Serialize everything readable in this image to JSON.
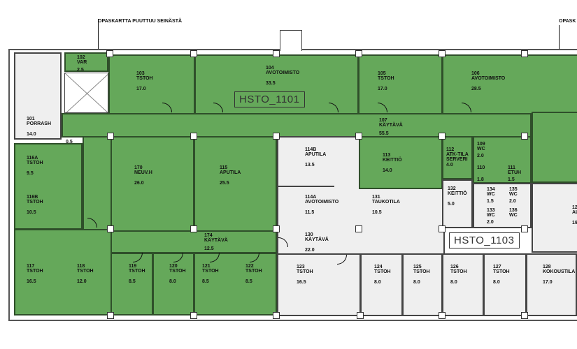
{
  "annotations": {
    "note_left": "OPASKARTTA PUUTTUU SEINÄSTÄ",
    "note_right": "OPASK"
  },
  "zones": {
    "zone_1101": "HSTO_1101",
    "zone_1103": "HSTO_1103"
  },
  "colors": {
    "leased_green": "#65a85a",
    "common_grey": "#efefef"
  },
  "rooms": [
    {
      "no": "101",
      "name": "PORRASH",
      "area": "14.0"
    },
    {
      "no": "102",
      "name": "VAR",
      "area": "2.5"
    },
    {
      "no": "103",
      "name": "TSTOH",
      "area": "17.0"
    },
    {
      "no": "104",
      "name": "AVOTOIMISTO",
      "area": "33.5"
    },
    {
      "no": "105",
      "name": "TSTOH",
      "area": "17.0"
    },
    {
      "no": "106",
      "name": "AVOTOIMISTO",
      "area": "28.5"
    },
    {
      "no": "107",
      "name": "KÄYTÄVÄ",
      "area": "55.5"
    },
    {
      "no": "116A",
      "name": "TSTOH",
      "area": "9.5"
    },
    {
      "no": "116B",
      "name": "TSTOH",
      "area": "10.5"
    },
    {
      "no": "170",
      "name": "NEUV.H",
      "area": "26.0"
    },
    {
      "no": "115",
      "name": "APUTILA",
      "area": "25.5"
    },
    {
      "no": "174",
      "name": "KÄYTÄVÄ",
      "area": "12.5"
    },
    {
      "no": "117",
      "name": "TSTOH",
      "area": "16.5"
    },
    {
      "no": "118",
      "name": "TSTOH",
      "area": "12.0"
    },
    {
      "no": "119",
      "name": "TSTOH",
      "area": "8.5"
    },
    {
      "no": "120",
      "name": "TSTOH",
      "area": "8.0"
    },
    {
      "no": "121",
      "name": "TSTOH",
      "area": "8.5"
    },
    {
      "no": "122",
      "name": "TSTOH",
      "area": "8.5"
    },
    {
      "no": "114B",
      "name": "APUTILA",
      "area": "13.5"
    },
    {
      "no": "113",
      "name": "KEITTIÖ",
      "area": "14.0"
    },
    {
      "no": "112",
      "name": "ATK-TILA SERVERI",
      "area": "4.0"
    },
    {
      "no": "109",
      "name": "WC",
      "area": "2.0"
    },
    {
      "no": "110",
      "name": "",
      "area": "1.8"
    },
    {
      "no": "111",
      "name": "ETUH",
      "area": "1.5"
    },
    {
      "no": "114A",
      "name": "AVOTOIMISTO",
      "area": "11.5"
    },
    {
      "no": "131",
      "name": "TAUKOTILA",
      "area": "10.5"
    },
    {
      "no": "132",
      "name": "KEITTIÖ",
      "area": "5.0"
    },
    {
      "no": "134",
      "name": "WC",
      "area": "1.5"
    },
    {
      "no": "135",
      "name": "WC",
      "area": "2.0"
    },
    {
      "no": "133",
      "name": "WC",
      "area": "2.0"
    },
    {
      "no": "136",
      "name": "WC",
      "area": ""
    },
    {
      "no": "130",
      "name": "KÄYTÄVÄ",
      "area": "22.0"
    },
    {
      "no": "123",
      "name": "TSTOH",
      "area": "16.5"
    },
    {
      "no": "124",
      "name": "TSTOH",
      "area": "8.0"
    },
    {
      "no": "125",
      "name": "TSTOH",
      "area": "8.0"
    },
    {
      "no": "126",
      "name": "TSTOH",
      "area": "8.0"
    },
    {
      "no": "127",
      "name": "TSTOH",
      "area": "8.0"
    },
    {
      "no": "128",
      "name": "KOKOUSTILA",
      "area": "17.0"
    },
    {
      "no": "12",
      "name": "AU",
      "area": "19"
    },
    {
      "no": "",
      "name": "",
      "area": "0.5"
    }
  ]
}
